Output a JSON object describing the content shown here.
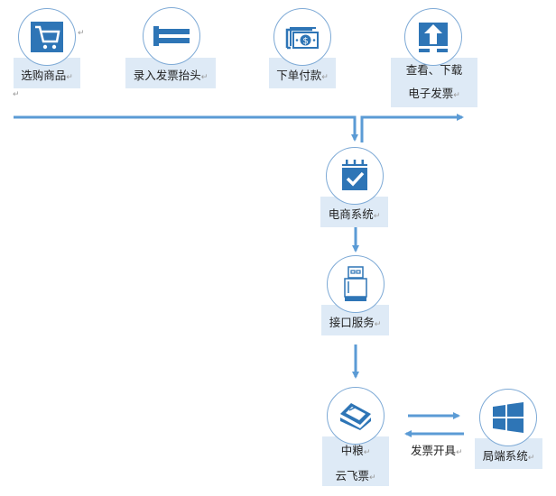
{
  "diagram": {
    "colors": {
      "accent": "#2e75b6",
      "arrow": "#5b9bd5",
      "circle_border": "#7eaad6",
      "label_bg": "#deeaf6"
    },
    "top_steps": [
      {
        "id": "select-goods",
        "label": "选购商品",
        "icon": "shopping-cart-icon"
      },
      {
        "id": "enter-invoice-title",
        "label": "录入发票抬头",
        "icon": "form-bar-icon"
      },
      {
        "id": "pay-order",
        "label": "下单付款",
        "icon": "money-bill-icon"
      },
      {
        "id": "download-invoice",
        "label_line1": "查看、下载",
        "label_line2": "电子发票",
        "icon": "upload-box-icon"
      }
    ],
    "flow_nodes": [
      {
        "id": "ecommerce-system",
        "label": "电商系统",
        "icon": "checklist-icon"
      },
      {
        "id": "interface-service",
        "label": "接口服务",
        "icon": "usb-icon"
      },
      {
        "id": "cloud-invoice",
        "label_line1": "中粮",
        "label_line2": "云飞票",
        "icon": "scanner-icon"
      },
      {
        "id": "local-system",
        "label": "局端系统",
        "icon": "windows-icon"
      }
    ],
    "edge_label": "发票开具",
    "paragraph_mark": "↵"
  }
}
